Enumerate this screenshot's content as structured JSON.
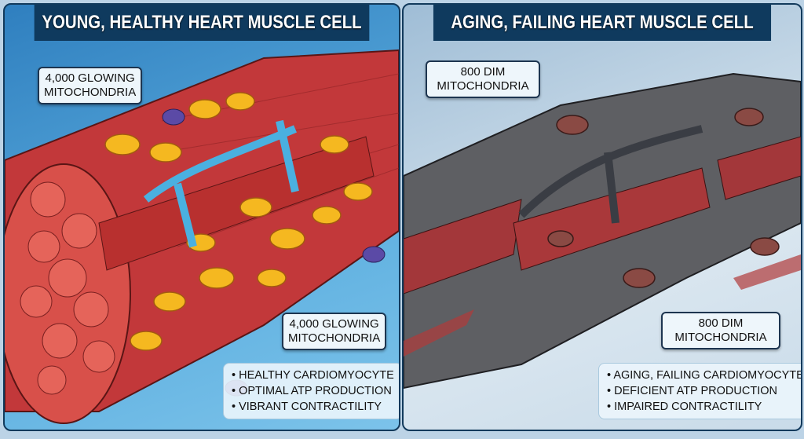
{
  "left": {
    "title": "YOUNG, HEALTHY HEART MUSCLE CELL",
    "label_top": [
      "4,000 GLOWING",
      "MITOCHONDRIA"
    ],
    "label_bottom": [
      "4,000 GLOWING",
      "MITOCHONDRIA"
    ],
    "bullets": [
      "HEALTHY CARDIOMYOCYTE",
      "OPTIMAL ATP PRODUCTION",
      "VIBRANT CONTRACTILITY"
    ]
  },
  "right": {
    "title": "AGING, FAILING HEART MUSCLE CELL",
    "label_top": [
      "800 DIM",
      "MITOCHONDRIA"
    ],
    "label_bottom": [
      "800 DIM",
      "MITOCHONDRIA"
    ],
    "bullets": [
      "AGING, FAILING CARDIOMYOCYTE",
      "DEFICIENT ATP PRODUCTION",
      "IMPAIRED CONTRACTILITY"
    ]
  },
  "colors": {
    "header": "#0f3a5e",
    "healthy_mito": "#f5b820",
    "dim_mito": "#8a4a44",
    "muscle": "#c8383a"
  }
}
